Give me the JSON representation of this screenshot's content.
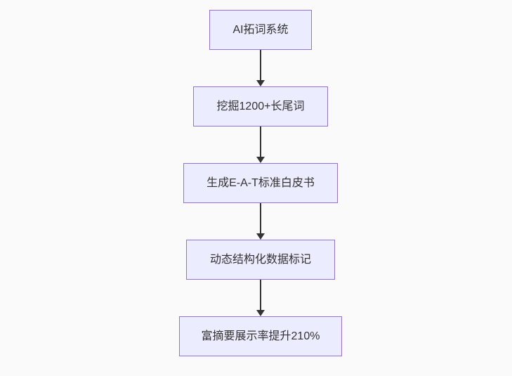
{
  "diagram": {
    "type": "flowchart",
    "direction": "top-down",
    "nodes": [
      {
        "label": "AI拓词系统"
      },
      {
        "label": "挖掘1200+长尾词"
      },
      {
        "label": "生成E-A-T标准白皮书"
      },
      {
        "label": "动态结构化数据标记"
      },
      {
        "label": "富摘要展示率提升210%"
      }
    ],
    "edges": [
      {
        "from": "AI拓词系统",
        "to": "挖掘1200+长尾词",
        "style": "arrow-down"
      },
      {
        "from": "挖掘1200+长尾词",
        "to": "生成E-A-T标准白皮书",
        "style": "arrow-down"
      },
      {
        "from": "生成E-A-T标准白皮书",
        "to": "动态结构化数据标记",
        "style": "arrow-down"
      },
      {
        "from": "动态结构化数据标记",
        "to": "富摘要展示率提升210%",
        "style": "arrow-down"
      }
    ],
    "colors": {
      "node_fill": "#ececff",
      "node_border": "#9370db",
      "arrow": "#333333",
      "background": "#fafafa",
      "text": "#333333"
    }
  }
}
